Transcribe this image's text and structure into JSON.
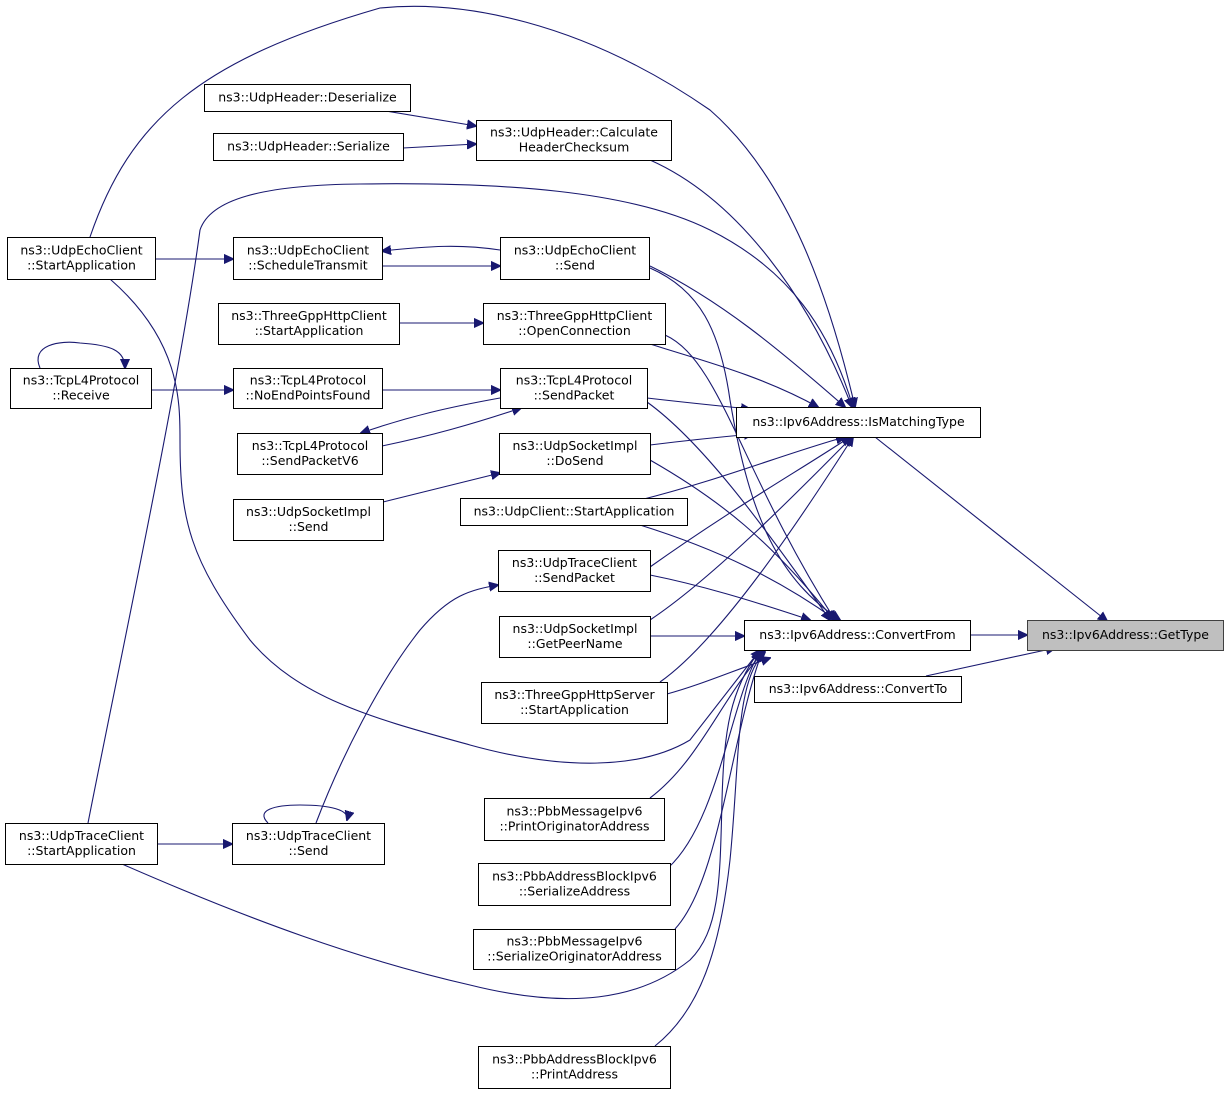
{
  "diagram": {
    "kind": "doxygen-caller-graph",
    "highlight_color": "#bfbfbf",
    "edge_color": "#191970",
    "nodes": [
      {
        "id": "getType",
        "lines": [
          "ns3::Ipv6Address::GetType"
        ],
        "highlight": true
      },
      {
        "id": "convertFrom",
        "lines": [
          "ns3::Ipv6Address::ConvertFrom"
        ]
      },
      {
        "id": "convertTo",
        "lines": [
          "ns3::Ipv6Address::ConvertTo"
        ]
      },
      {
        "id": "isMatchingType",
        "lines": [
          "ns3::Ipv6Address::IsMatchingType"
        ]
      },
      {
        "id": "udpHdrDeser",
        "lines": [
          "ns3::UdpHeader::Deserialize"
        ]
      },
      {
        "id": "udpHdrSer",
        "lines": [
          "ns3::UdpHeader::Serialize"
        ]
      },
      {
        "id": "udpHdrCalc",
        "lines": [
          "ns3::UdpHeader::Calculate",
          "HeaderChecksum"
        ]
      },
      {
        "id": "echoStart",
        "lines": [
          "ns3::UdpEchoClient",
          "::StartApplication"
        ]
      },
      {
        "id": "echoSched",
        "lines": [
          "ns3::UdpEchoClient",
          "::ScheduleTransmit"
        ]
      },
      {
        "id": "echoSend",
        "lines": [
          "ns3::UdpEchoClient",
          "::Send"
        ]
      },
      {
        "id": "httpClientStart",
        "lines": [
          "ns3::ThreeGppHttpClient",
          "::StartApplication"
        ]
      },
      {
        "id": "httpClientOpen",
        "lines": [
          "ns3::ThreeGppHttpClient",
          "::OpenConnection"
        ]
      },
      {
        "id": "tcpReceive",
        "lines": [
          "ns3::TcpL4Protocol",
          "::Receive"
        ]
      },
      {
        "id": "tcpNoEnd",
        "lines": [
          "ns3::TcpL4Protocol",
          "::NoEndPointsFound"
        ]
      },
      {
        "id": "tcpSendPacket",
        "lines": [
          "ns3::TcpL4Protocol",
          "::SendPacket"
        ]
      },
      {
        "id": "tcpSendPacketV6",
        "lines": [
          "ns3::TcpL4Protocol",
          "::SendPacketV6"
        ]
      },
      {
        "id": "udpSockDoSend",
        "lines": [
          "ns3::UdpSocketImpl",
          "::DoSend"
        ]
      },
      {
        "id": "udpSockSend",
        "lines": [
          "ns3::UdpSocketImpl",
          "::Send"
        ]
      },
      {
        "id": "udpClientStart",
        "lines": [
          "ns3::UdpClient::StartApplication"
        ]
      },
      {
        "id": "traceSendPacket",
        "lines": [
          "ns3::UdpTraceClient",
          "::SendPacket"
        ]
      },
      {
        "id": "sockPeerName",
        "lines": [
          "ns3::UdpSocketImpl",
          "::GetPeerName"
        ]
      },
      {
        "id": "httpServerStart",
        "lines": [
          "ns3::ThreeGppHttpServer",
          "::StartApplication"
        ]
      },
      {
        "id": "traceStart",
        "lines": [
          "ns3::UdpTraceClient",
          "::StartApplication"
        ]
      },
      {
        "id": "traceSend",
        "lines": [
          "ns3::UdpTraceClient",
          "::Send"
        ]
      },
      {
        "id": "pbbMsgPrintOrig",
        "lines": [
          "ns3::PbbMessageIpv6",
          "::PrintOriginatorAddress"
        ]
      },
      {
        "id": "pbbBlockSerAddr",
        "lines": [
          "ns3::PbbAddressBlockIpv6",
          "::SerializeAddress"
        ]
      },
      {
        "id": "pbbMsgSerOrig",
        "lines": [
          "ns3::PbbMessageIpv6",
          "::SerializeOriginatorAddress"
        ]
      },
      {
        "id": "pbbBlockPrint",
        "lines": [
          "ns3::PbbAddressBlockIpv6",
          "::PrintAddress"
        ]
      }
    ],
    "edges": [
      {
        "from": "convertFrom",
        "to": "getType"
      },
      {
        "from": "convertTo",
        "to": "getType"
      },
      {
        "from": "isMatchingType",
        "to": "getType"
      },
      {
        "from": "udpHdrDeser",
        "to": "udpHdrCalc"
      },
      {
        "from": "udpHdrSer",
        "to": "udpHdrCalc"
      },
      {
        "from": "udpHdrCalc",
        "to": "isMatchingType"
      },
      {
        "from": "echoStart",
        "to": "isMatchingType"
      },
      {
        "from": "echoStart",
        "to": "echoSched"
      },
      {
        "from": "echoStart",
        "to": "convertFrom"
      },
      {
        "from": "echoSched",
        "to": "echoSend"
      },
      {
        "from": "echoSend",
        "to": "echoSched"
      },
      {
        "from": "echoSend",
        "to": "isMatchingType"
      },
      {
        "from": "echoSend",
        "to": "convertFrom"
      },
      {
        "from": "httpClientStart",
        "to": "httpClientOpen"
      },
      {
        "from": "httpClientOpen",
        "to": "isMatchingType"
      },
      {
        "from": "httpClientOpen",
        "to": "convertFrom"
      },
      {
        "from": "tcpReceive",
        "to": "tcpReceive"
      },
      {
        "from": "tcpReceive",
        "to": "tcpNoEnd"
      },
      {
        "from": "tcpNoEnd",
        "to": "tcpSendPacket"
      },
      {
        "from": "tcpSendPacket",
        "to": "tcpSendPacketV6"
      },
      {
        "from": "tcpSendPacketV6",
        "to": "tcpSendPacket"
      },
      {
        "from": "tcpSendPacket",
        "to": "isMatchingType"
      },
      {
        "from": "tcpSendPacket",
        "to": "convertFrom"
      },
      {
        "from": "udpSockDoSend",
        "to": "isMatchingType"
      },
      {
        "from": "udpSockDoSend",
        "to": "convertFrom"
      },
      {
        "from": "udpSockSend",
        "to": "udpSockDoSend"
      },
      {
        "from": "udpClientStart",
        "to": "isMatchingType"
      },
      {
        "from": "udpClientStart",
        "to": "convertFrom"
      },
      {
        "from": "traceSendPacket",
        "to": "isMatchingType"
      },
      {
        "from": "traceSendPacket",
        "to": "convertFrom"
      },
      {
        "from": "sockPeerName",
        "to": "isMatchingType"
      },
      {
        "from": "sockPeerName",
        "to": "convertFrom"
      },
      {
        "from": "httpServerStart",
        "to": "isMatchingType"
      },
      {
        "from": "httpServerStart",
        "to": "convertFrom"
      },
      {
        "from": "traceStart",
        "to": "isMatchingType"
      },
      {
        "from": "traceStart",
        "to": "traceSend"
      },
      {
        "from": "traceStart",
        "to": "convertFrom"
      },
      {
        "from": "traceSend",
        "to": "traceSend"
      },
      {
        "from": "traceSend",
        "to": "traceSendPacket"
      },
      {
        "from": "pbbMsgPrintOrig",
        "to": "convertFrom"
      },
      {
        "from": "pbbBlockSerAddr",
        "to": "convertFrom"
      },
      {
        "from": "pbbMsgSerOrig",
        "to": "convertFrom"
      },
      {
        "from": "pbbBlockPrint",
        "to": "convertFrom"
      }
    ]
  }
}
